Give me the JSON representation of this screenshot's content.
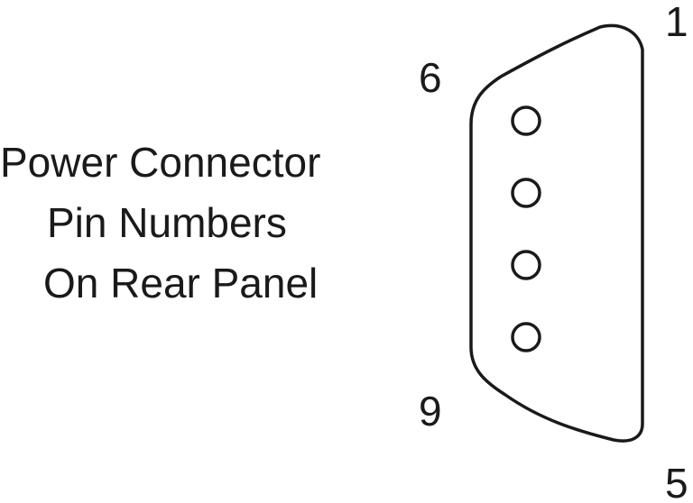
{
  "caption": {
    "line1": "Power Connector",
    "line2": "Pin Numbers",
    "line3": "On Rear Panel"
  },
  "pin_labels": {
    "pin_1": "1",
    "pin_5": "5",
    "pin_6": "6",
    "pin_9": "9"
  },
  "connector": {
    "visible_pin_holes": 4
  },
  "colors": {
    "ink": "#1a1a1a",
    "background": "#ffffff"
  }
}
